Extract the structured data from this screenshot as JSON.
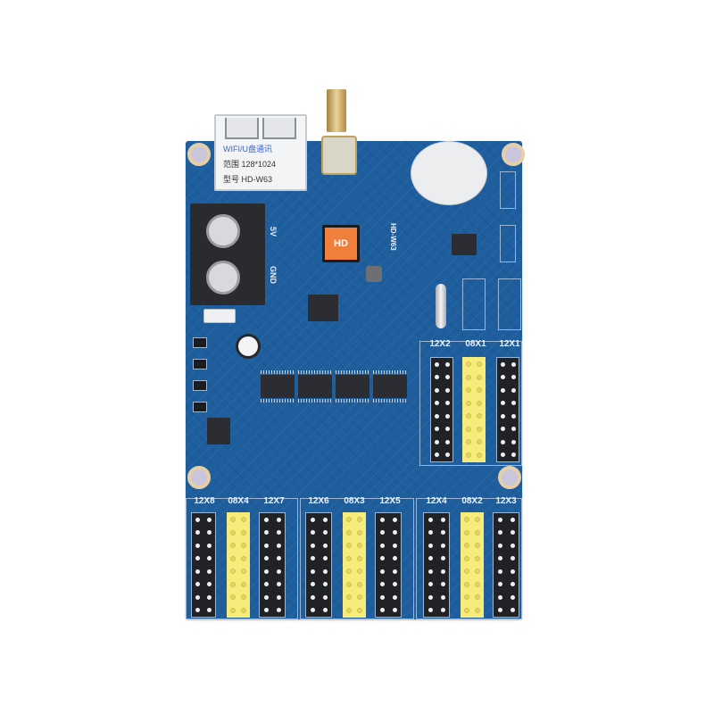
{
  "image": {
    "subject": "LED display control card (blue PCB)",
    "background": "#ffffff",
    "pcb_color": "#1f5e9c"
  },
  "usb_port": {
    "label_line1": "WIFI/U盘通讯",
    "label_line2": "范围 128*1024",
    "label_line3": "型号 HD-W63"
  },
  "power_terminal": {
    "labels": [
      "5V",
      "GND"
    ]
  },
  "main_chip": {
    "marking": "HD"
  },
  "board_silkscreen": {
    "version_text": "HD-W63"
  },
  "header_groups": [
    {
      "name": "top-right",
      "headers": [
        {
          "label": "12X2",
          "color": "black",
          "rows": 8
        },
        {
          "label": "08X1",
          "color": "yellow",
          "rows": 8
        },
        {
          "label": "12X1",
          "color": "black",
          "rows": 8
        }
      ]
    },
    {
      "name": "bottom-left",
      "headers": [
        {
          "label": "12X8",
          "color": "black",
          "rows": 8
        },
        {
          "label": "08X4",
          "color": "yellow",
          "rows": 8
        },
        {
          "label": "12X7",
          "color": "black",
          "rows": 8
        }
      ]
    },
    {
      "name": "bottom-middle",
      "headers": [
        {
          "label": "12X6",
          "color": "black",
          "rows": 8
        },
        {
          "label": "08X3",
          "color": "yellow",
          "rows": 8
        },
        {
          "label": "12X5",
          "color": "black",
          "rows": 8
        }
      ]
    },
    {
      "name": "bottom-right",
      "headers": [
        {
          "label": "12X4",
          "color": "black",
          "rows": 8
        },
        {
          "label": "08X2",
          "color": "yellow",
          "rows": 8
        },
        {
          "label": "12X3",
          "color": "black",
          "rows": 8
        }
      ]
    }
  ]
}
